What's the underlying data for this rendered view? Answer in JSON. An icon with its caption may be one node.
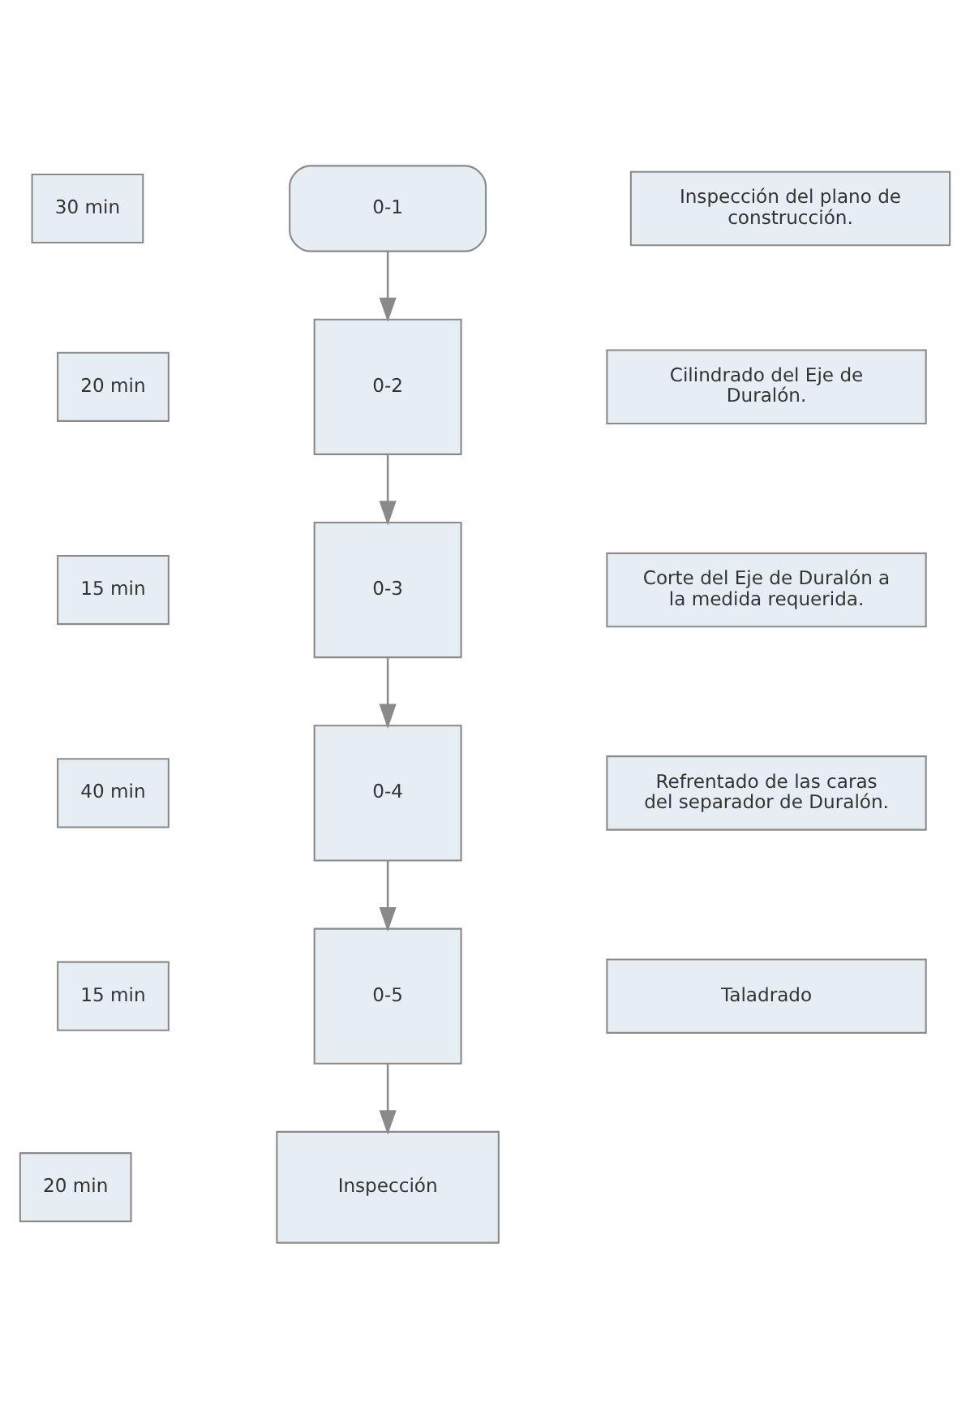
{
  "diagram": {
    "nodes": [
      {
        "text": [
          "30 min"
        ]
      },
      {
        "text": [
          "0-1"
        ]
      },
      {
        "text": [
          "Inspección del plano de construcción."
        ]
      },
      {
        "text": [
          "20 min"
        ]
      },
      {
        "text": [
          "0-2"
        ]
      },
      {
        "text": [
          "Cilindrado del Eje de Duralón."
        ]
      },
      {
        "text": [
          "15 min"
        ]
      },
      {
        "text": [
          "0-3"
        ]
      },
      {
        "text": [
          "Corte del Eje de Duralón a la medida requerida."
        ]
      },
      {
        "text": [
          "40 min"
        ]
      },
      {
        "text": [
          "0-4"
        ]
      },
      {
        "text": [
          "Refrentado de las caras del separador de Duralón."
        ]
      },
      {
        "text": [
          "15 min"
        ]
      },
      {
        "text": [
          "0-5"
        ]
      },
      {
        "text": [
          "Taladrado"
        ]
      },
      {
        "text": [
          "20 min"
        ]
      },
      {
        "text": [
          "Inspección"
        ]
      }
    ],
    "edges": [
      {
        "from": 1,
        "to": 4,
        "arrow": "to"
      },
      {
        "from": 4,
        "to": 7,
        "arrow": "to"
      },
      {
        "from": 7,
        "to": 10,
        "arrow": "to"
      },
      {
        "from": 10,
        "to": 13,
        "arrow": "to"
      },
      {
        "from": 13,
        "to": 16,
        "arrow": "to"
      }
    ]
  }
}
